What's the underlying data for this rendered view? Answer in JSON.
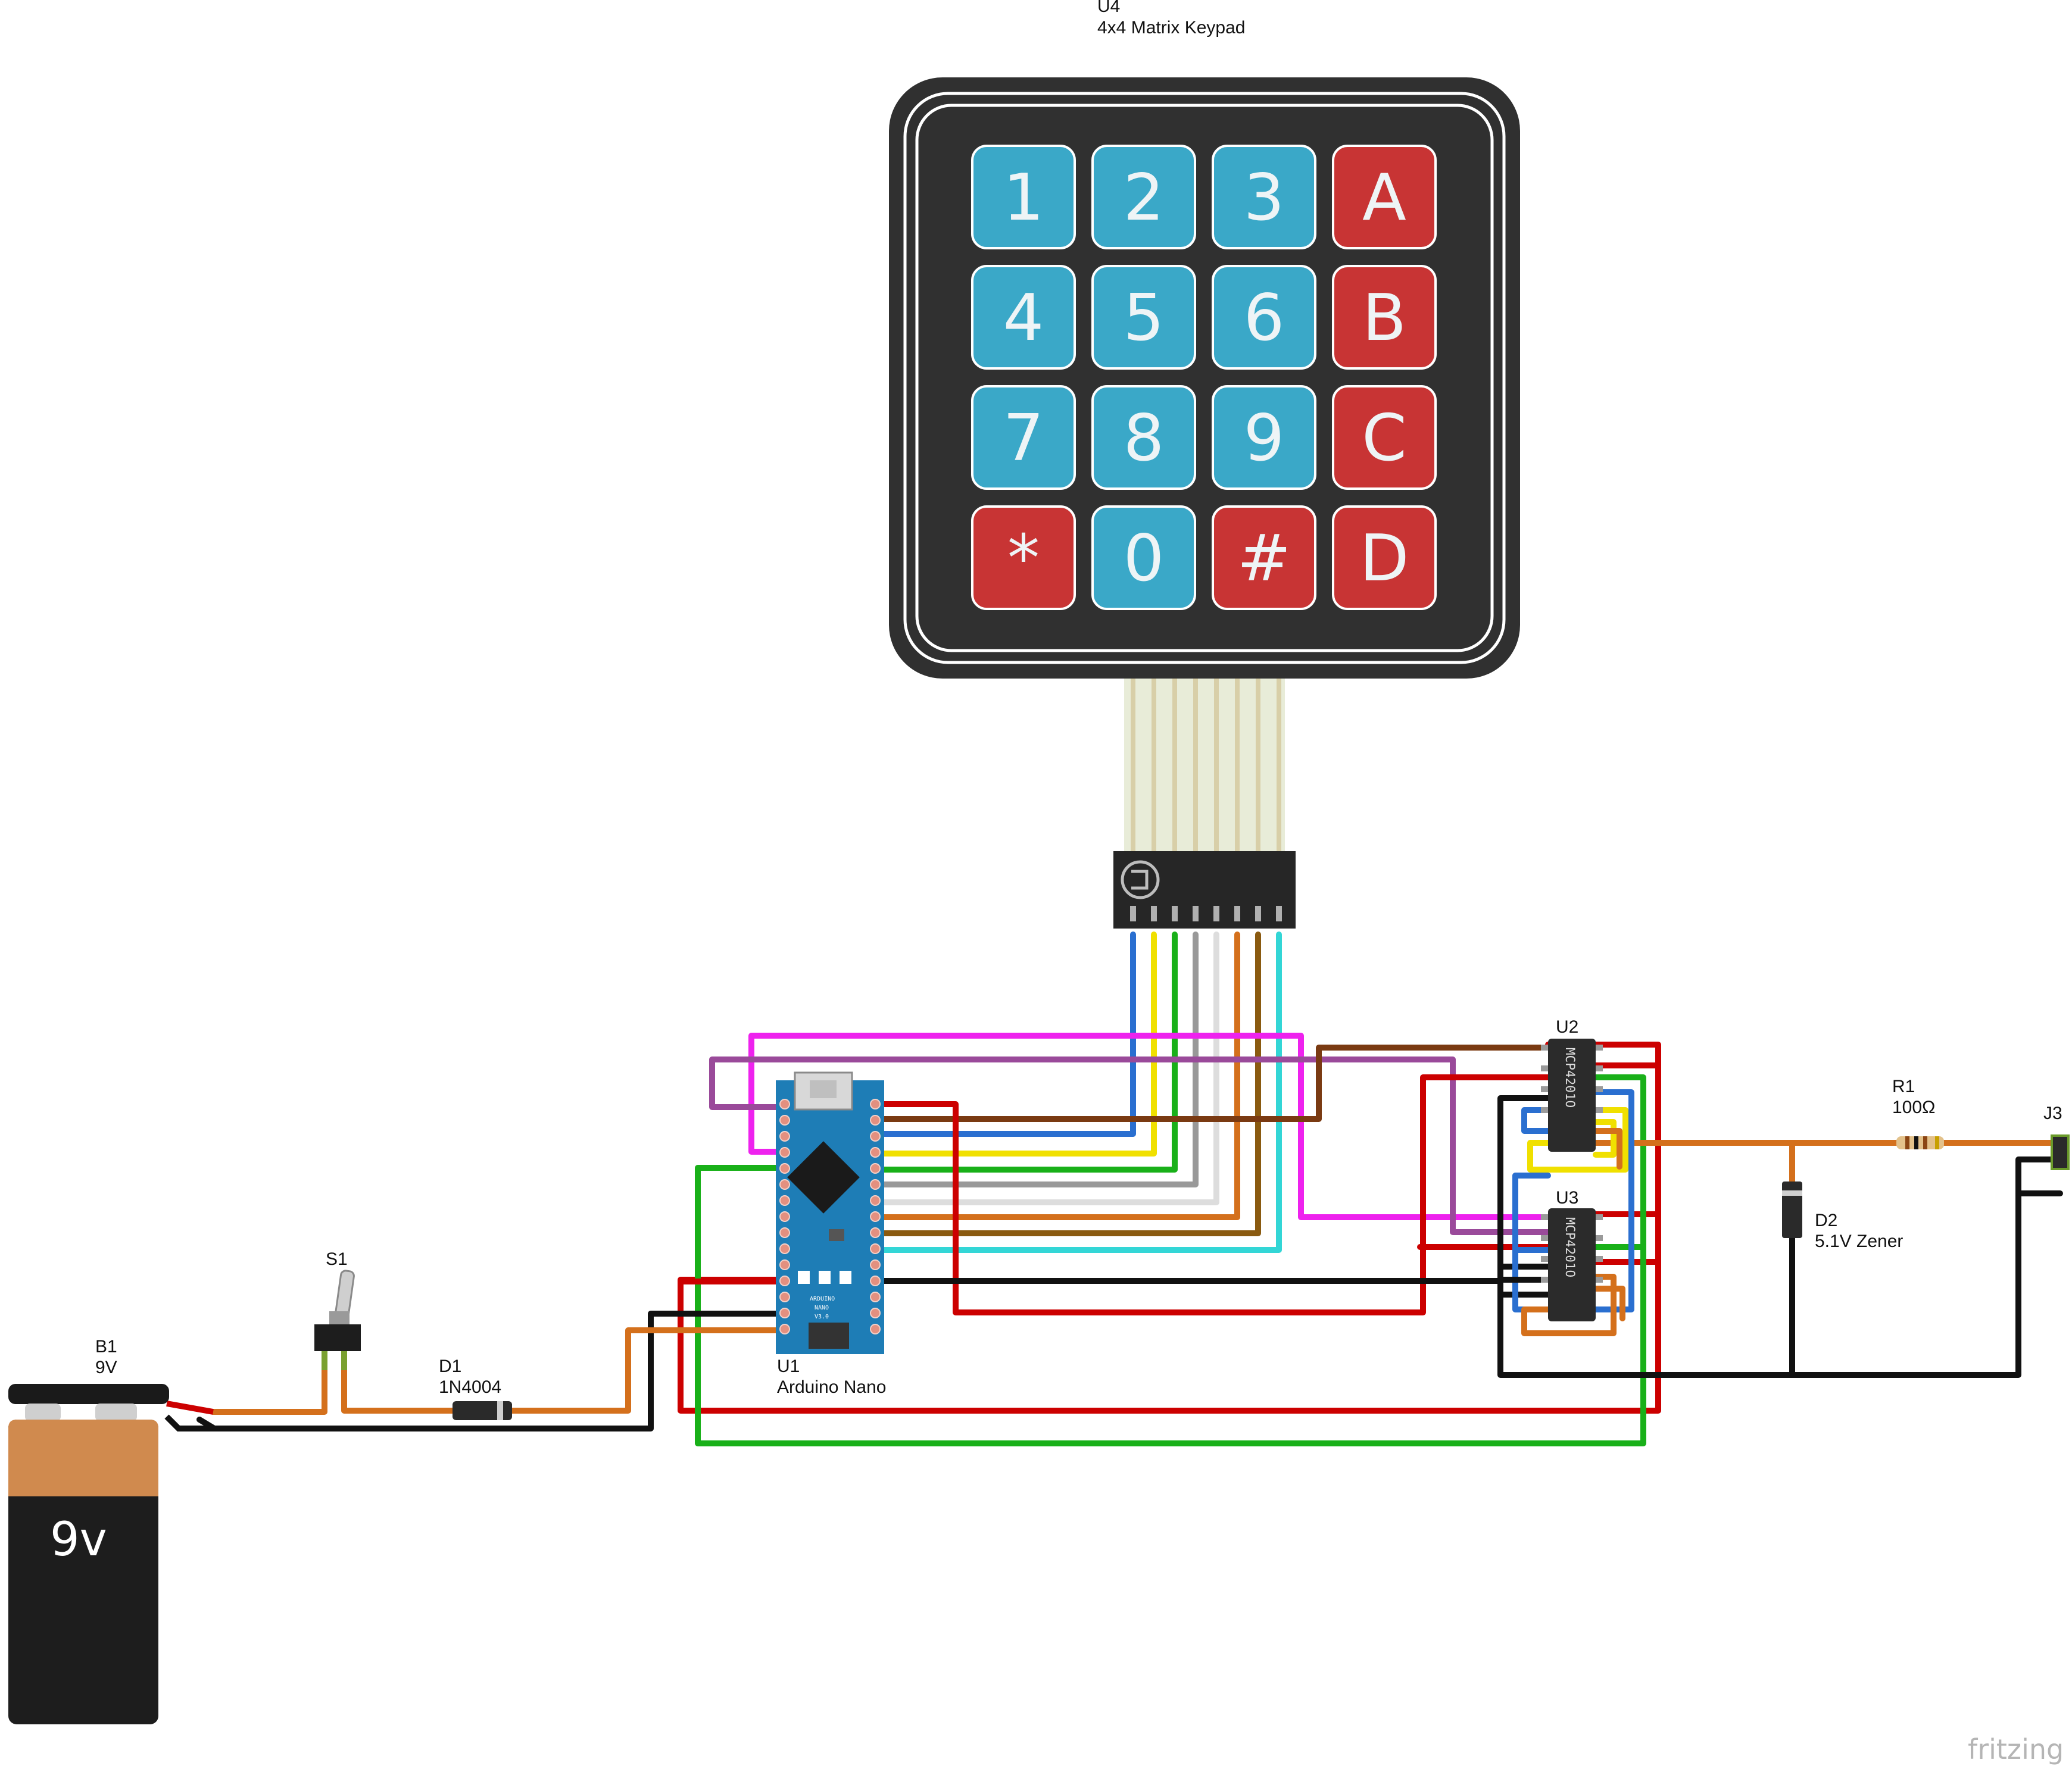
{
  "components": {
    "keypad": {
      "ref": "U4",
      "name": "4x4 Matrix Keypad",
      "keys": [
        {
          "label": "1",
          "color": "#3aa8c8"
        },
        {
          "label": "2",
          "color": "#3aa8c8"
        },
        {
          "label": "3",
          "color": "#3aa8c8"
        },
        {
          "label": "A",
          "color": "#c83434"
        },
        {
          "label": "4",
          "color": "#3aa8c8"
        },
        {
          "label": "5",
          "color": "#3aa8c8"
        },
        {
          "label": "6",
          "color": "#3aa8c8"
        },
        {
          "label": "B",
          "color": "#c83434"
        },
        {
          "label": "7",
          "color": "#3aa8c8"
        },
        {
          "label": "8",
          "color": "#3aa8c8"
        },
        {
          "label": "9",
          "color": "#3aa8c8"
        },
        {
          "label": "C",
          "color": "#c83434"
        },
        {
          "label": "*",
          "color": "#c83434"
        },
        {
          "label": "0",
          "color": "#3aa8c8"
        },
        {
          "label": "#",
          "color": "#c83434"
        },
        {
          "label": "D",
          "color": "#c83434"
        }
      ]
    },
    "arduino": {
      "ref": "U1",
      "name": "Arduino Nano",
      "silk1": "ARDUINO",
      "silk2": "NANO",
      "silk3": "V3.0"
    },
    "battery": {
      "ref": "B1",
      "value": "9V",
      "face": "9v"
    },
    "switch": {
      "ref": "S1"
    },
    "diode": {
      "ref": "D1",
      "value": "1N4004"
    },
    "u2": {
      "ref": "U2",
      "chip": "MCP4201O"
    },
    "u3": {
      "ref": "U3",
      "chip": "MCP4201O"
    },
    "resistor": {
      "ref": "R1",
      "value": "100Ω"
    },
    "zener": {
      "ref": "D2",
      "value": "5.1V Zener"
    },
    "jack": {
      "ref": "J3"
    }
  },
  "wire_colors": {
    "red": "#cc0000",
    "black": "#111111",
    "green": "#19b019",
    "orange": "#d4701c",
    "blue": "#2a6fd0",
    "yellow": "#f0e000",
    "gray": "#999999",
    "brown": "#7a3a12",
    "cyan": "#33d6d6",
    "magenta": "#ee22ee",
    "purple": "#9a4a9a",
    "darkbrown": "#8a5a10"
  },
  "branding": "fritzing"
}
